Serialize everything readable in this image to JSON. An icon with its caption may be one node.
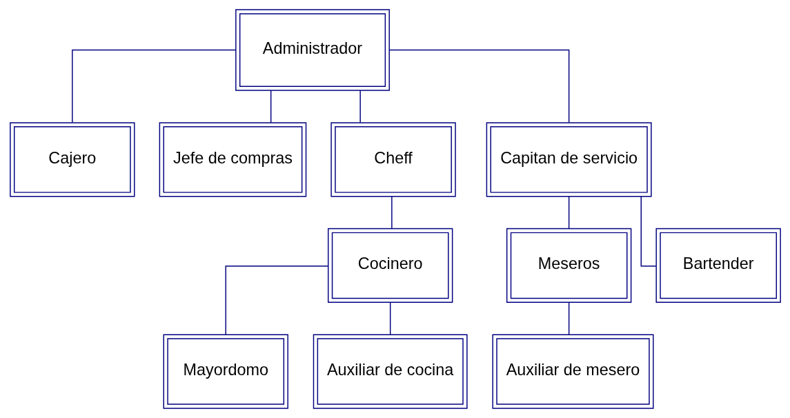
{
  "diagram": {
    "nodes": [
      {
        "text": [
          "Administrador"
        ]
      },
      {
        "text": [
          "Cajero"
        ]
      },
      {
        "text": [
          "Jefe de compras"
        ]
      },
      {
        "text": [
          "Cheff"
        ]
      },
      {
        "text": [
          "Capitan de servicio"
        ]
      },
      {
        "text": [
          "Cocinero"
        ]
      },
      {
        "text": [
          "Meseros"
        ]
      },
      {
        "text": [
          "Bartender"
        ]
      },
      {
        "text": [
          "Mayordomo"
        ]
      },
      {
        "text": [
          "Auxiliar de cocina"
        ]
      },
      {
        "text": [
          "Auxiliar de mesero"
        ]
      }
    ],
    "edges": [
      {
        "from": 0,
        "to": 1,
        "arrow": "none"
      },
      {
        "from": 0,
        "to": 2,
        "arrow": "none"
      },
      {
        "from": 0,
        "to": 3,
        "arrow": "none"
      },
      {
        "from": 0,
        "to": 4,
        "arrow": "none"
      },
      {
        "from": 3,
        "to": 5,
        "arrow": "none"
      },
      {
        "from": 4,
        "to": 6,
        "arrow": "none"
      },
      {
        "from": 4,
        "to": 7,
        "arrow": "none"
      },
      {
        "from": 5,
        "to": 8,
        "arrow": "none"
      },
      {
        "from": 5,
        "to": 9,
        "arrow": "none"
      },
      {
        "from": 6,
        "to": 10,
        "arrow": "none"
      }
    ]
  }
}
